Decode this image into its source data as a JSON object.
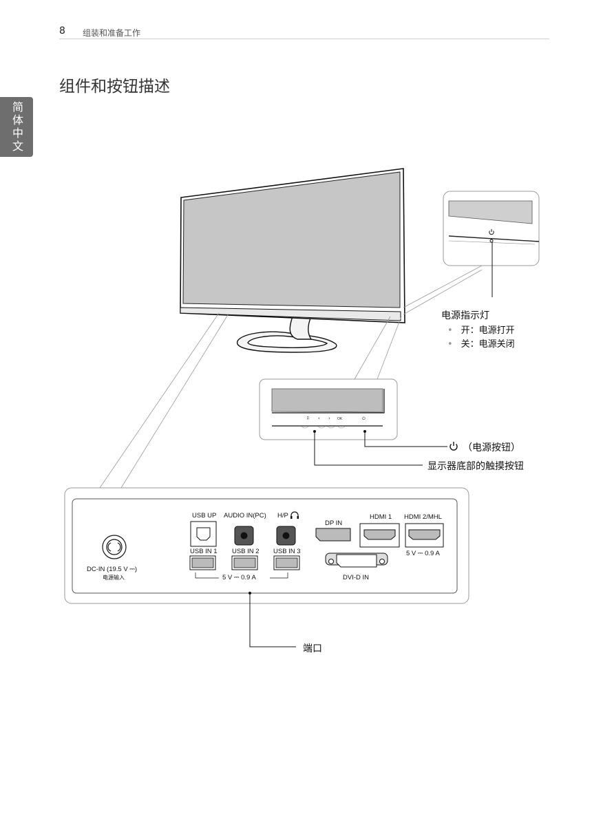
{
  "header": {
    "page_number": "8",
    "chapter": "组装和准备工作"
  },
  "section_title": "组件和按钮描述",
  "lang_tab": "简体中文",
  "indicator": {
    "title": "电源指示灯",
    "items": [
      "开：电源打开",
      "关：电源关闭"
    ]
  },
  "buttons": {
    "power_button": "（电源按钮）",
    "touch_buttons": "显示器底部的触摸按钮",
    "glyphs": [
      "⠿",
      "‹",
      "›",
      "OK",
      "⏻"
    ]
  },
  "ports": {
    "callout": "端口",
    "dc_in": "DC-IN (19.5 V ⎓)",
    "dc_in_sub": "电源输入",
    "usb_up": "USB UP",
    "audio_in": "AUDIO IN(PC)",
    "hp": "H/P",
    "usb_in_1": "USB IN 1",
    "usb_in_2": "USB IN 2",
    "usb_in_3": "USB IN 3",
    "usb_power": "5 V ⎓ 0.9 A",
    "dp_in": "DP IN",
    "hdmi_1": "HDMI 1",
    "hdmi_2": "HDMI 2/MHL",
    "hdmi_power": "5 V ⎓ 0.9 A",
    "dvi_in": "DVI-D IN"
  },
  "icons": {
    "power": "power-icon",
    "headphone": "headphone-icon"
  }
}
